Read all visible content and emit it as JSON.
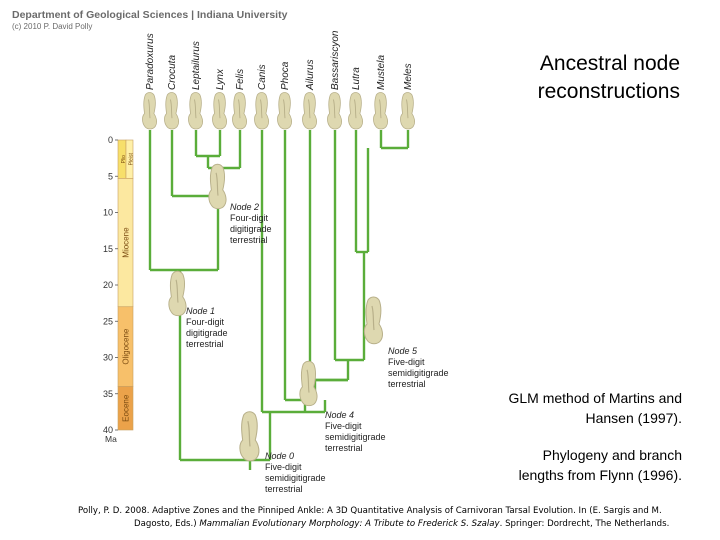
{
  "header": {
    "department": "Department of Geological Sciences | Indiana University",
    "copyright": "(c) 2010 P. David Polly"
  },
  "title_lines": [
    "Ancestral node",
    "reconstructions"
  ],
  "notes": {
    "method_lines": [
      "GLM method of Martins and",
      "Hansen (1997)."
    ],
    "phylogeny_lines": [
      "Phylogeny and branch",
      "lengths from Flynn (1996)."
    ]
  },
  "citation": {
    "line1_prefix": "Polly, P. D.  2008.  Adaptive Zones and the Pinniped Ankle: A 3D Quantitative Analysis of Carnivoran Tarsal Evolution.  In (E. Sargis and M.",
    "line2_prefix": "Dagosto, Eds.) ",
    "book_title": "Mammalian Evolutionary Morphology: A Tribute to Frederick S. Szalay",
    "line2_suffix": ".  Springer: Dordrecht, The Netherlands."
  },
  "taxa": [
    "Paradoxurus",
    "Crocuta",
    "Leptailurus",
    "Lynx",
    "Felis",
    "Canis",
    "Phoca",
    "Ailurus",
    "Bassariscyon",
    "Lutra",
    "Mustela",
    "Meles"
  ],
  "time_axis": {
    "ticks": [
      "0",
      "5",
      "10",
      "15",
      "20",
      "25",
      "30",
      "35",
      "40"
    ],
    "unit": "Ma"
  },
  "epochs": [
    {
      "name": "Plio",
      "from": 2.6,
      "to": 5.3,
      "color": "#f7df6a"
    },
    {
      "name": "Pleist",
      "from": 0,
      "to": 2.6,
      "color": "#fff0a8"
    },
    {
      "name": "Miocene",
      "from": 5.3,
      "to": 23,
      "color": "#fce8a0"
    },
    {
      "name": "Oligocene",
      "from": 23,
      "to": 34,
      "color": "#f7c06a"
    },
    {
      "name": "Eocene",
      "from": 34,
      "to": 40,
      "color": "#eba24a"
    }
  ],
  "nodes": [
    {
      "name": "Node 2",
      "lines": [
        "Four-digit",
        "digitigrade",
        "terrestrial"
      ]
    },
    {
      "name": "Node 1",
      "lines": [
        "Four-digit",
        "digitigrade",
        "terrestrial"
      ]
    },
    {
      "name": "Node 5",
      "lines": [
        "Five-digit",
        "semidigitigrade",
        "terrestrial"
      ]
    },
    {
      "name": "Node 4",
      "lines": [
        "Five-digit",
        "semidigitigrade",
        "terrestrial"
      ]
    },
    {
      "name": "Node 0",
      "lines": [
        "Five-digit",
        "semidigitigrade",
        "terrestrial"
      ]
    }
  ],
  "colors": {
    "branch": "#5aad3a",
    "bone": "#ded8b0",
    "bone_shade": "#b8b08a",
    "eocene": "#eba24a"
  }
}
